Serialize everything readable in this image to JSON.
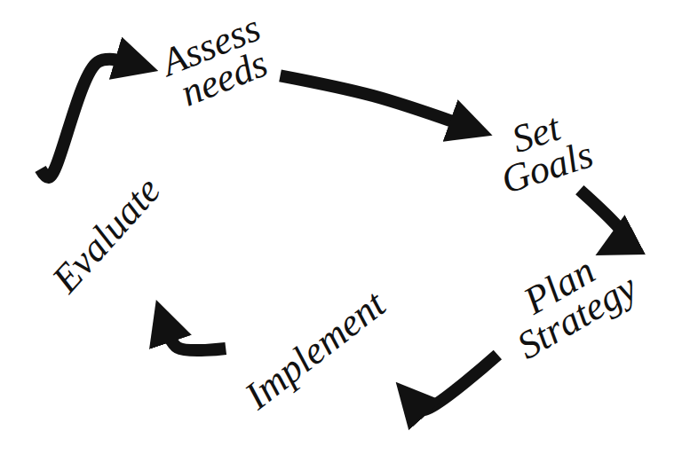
{
  "diagram": {
    "nodes": [
      {
        "text": [
          "Assess needs"
        ]
      },
      {
        "text": [
          "Set Goals"
        ]
      },
      {
        "text": [
          "Plan Strategy"
        ]
      },
      {
        "text": [
          "Implement"
        ]
      },
      {
        "text": [
          "Evaluate"
        ]
      }
    ],
    "edges": [
      {
        "from": 0,
        "to": 1,
        "arrow": "to"
      },
      {
        "from": 1,
        "to": 2,
        "arrow": "to"
      },
      {
        "from": 2,
        "to": 3,
        "arrow": "to"
      },
      {
        "from": 3,
        "to": 4,
        "arrow": "to"
      },
      {
        "from": 4,
        "to": 0,
        "arrow": "to"
      }
    ]
  }
}
